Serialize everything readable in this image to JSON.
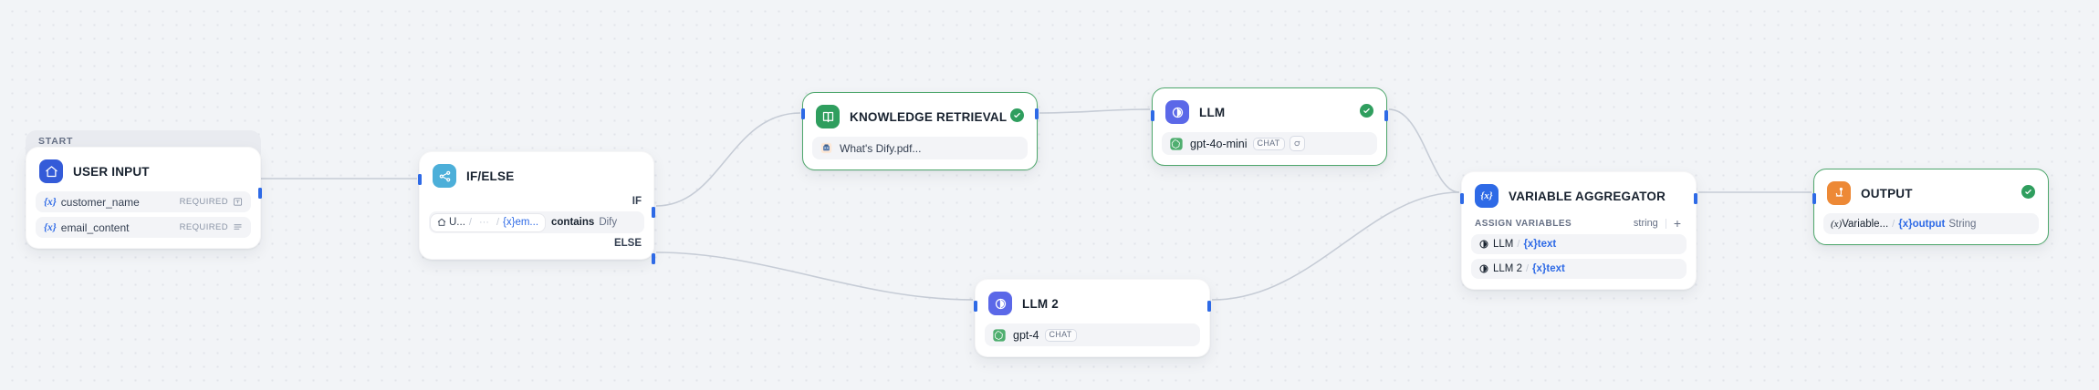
{
  "canvas": {
    "background": "#f2f4f7",
    "dot_color": "#e1e4ea",
    "edge_color": "#c6ccd6",
    "handle_color": "#2e6ae6"
  },
  "start_group": {
    "label": "START"
  },
  "nodes": {
    "user_input": {
      "title": "USER INPUT",
      "icon": "home-icon",
      "icon_color": "#345bd8",
      "variables": [
        {
          "prefix": "{x}",
          "name": "customer_name",
          "required_label": "REQUIRED",
          "type_icon": "short-text-icon"
        },
        {
          "prefix": "{x}",
          "name": "email_content",
          "required_label": "REQUIRED",
          "type_icon": "paragraph-icon"
        }
      ]
    },
    "ifelse": {
      "title": "IF/ELSE",
      "icon": "branch-icon",
      "icon_color": "#4cafd9",
      "if_label": "IF",
      "else_label": "ELSE",
      "condition": {
        "source_icon": "home-icon",
        "source": "U...",
        "separator": "/",
        "ellipsis": "···",
        "var_prefix": "{x}",
        "var": "em...",
        "operator": "contains",
        "value": "Dify"
      }
    },
    "knowledge_retrieval": {
      "title": "KNOWLEDGE RETRIEVAL",
      "icon": "book-icon",
      "icon_color": "#2f9e5e",
      "status": "success",
      "dataset": {
        "icon": "pdf-file-icon",
        "name": "What's Dify.pdf..."
      }
    },
    "llm": {
      "title": "LLM",
      "icon": "llm-icon",
      "icon_color": "#5b68e8",
      "status": "success",
      "model": {
        "provider_icon": "openai-icon",
        "name": "gpt-4o-mini",
        "tag": "CHAT",
        "extra_icon": "sparkle-icon"
      }
    },
    "llm2": {
      "title": "LLM 2",
      "icon": "llm-icon",
      "icon_color": "#5b68e8",
      "model": {
        "provider_icon": "openai-icon",
        "name": "gpt-4",
        "tag": "CHAT"
      }
    },
    "variable_aggregator": {
      "title": "VARIABLE AGGREGATOR",
      "icon": "variable-icon",
      "icon_color": "#2e6ae6",
      "assign_label": "ASSIGN VARIABLES",
      "type_label": "string",
      "add_label": "+",
      "rows": [
        {
          "source_icon": "llm-icon",
          "source": "LLM",
          "separator": "/",
          "field_prefix": "{x}",
          "field": "text"
        },
        {
          "source_icon": "llm-icon",
          "source": "LLM 2",
          "separator": "/",
          "field_prefix": "{x}",
          "field": "text"
        }
      ]
    },
    "output": {
      "title": "OUTPUT",
      "icon": "output-icon",
      "icon_color": "#ed8936",
      "status": "success",
      "row": {
        "prefix": "(x)",
        "source": "Variable...",
        "separator": "/",
        "field_prefix": "{x}",
        "field": "output",
        "type": "String"
      }
    }
  }
}
